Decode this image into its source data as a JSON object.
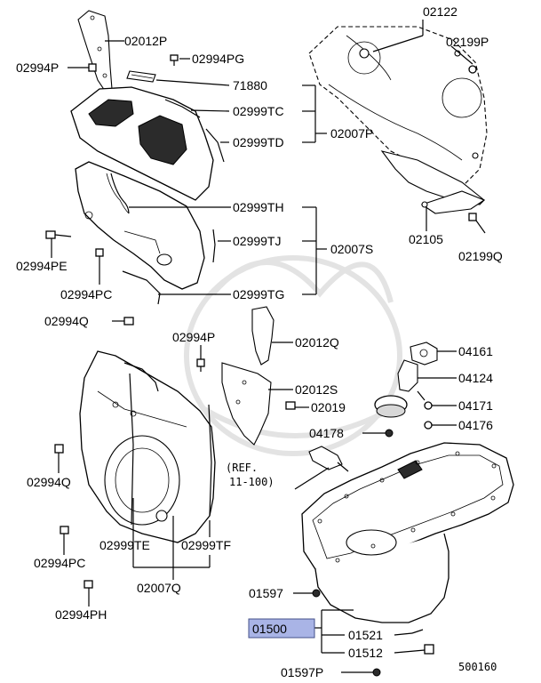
{
  "diagram_id": "500160",
  "highlight_label": "01500",
  "reference": {
    "line1": "(REF.",
    "line2": "11-100)"
  },
  "labels": {
    "l02122": "02122",
    "l02012P": "02012P",
    "l02199P": "02199P",
    "l02994P_a": "02994P",
    "l02994PG": "02994PG",
    "l71880": "71880",
    "l02999TC": "02999TC",
    "l02999TD": "02999TD",
    "l02007P": "02007P",
    "l02999TH": "02999TH",
    "l02105": "02105",
    "l02999TJ": "02999TJ",
    "l02007S": "02007S",
    "l02199Q": "02199Q",
    "l02994PE": "02994PE",
    "l02994PC_a": "02994PC",
    "l02999TG": "02999TG",
    "l02994Q_a": "02994Q",
    "l02994P_b": "02994P",
    "l02012Q": "02012Q",
    "l04161": "04161",
    "l04124": "04124",
    "l02012S": "02012S",
    "l04171": "04171",
    "l02019": "02019",
    "l04176": "04176",
    "l04178": "04178",
    "l02994Q_b": "02994Q",
    "l02999TE": "02999TE",
    "l02999TF": "02999TF",
    "l02994PC_b": "02994PC",
    "l02007Q": "02007Q",
    "l01597_a": "01597",
    "l02994PH": "02994PH",
    "l01521": "01521",
    "l01512": "01512",
    "l01597P": "01597P"
  }
}
